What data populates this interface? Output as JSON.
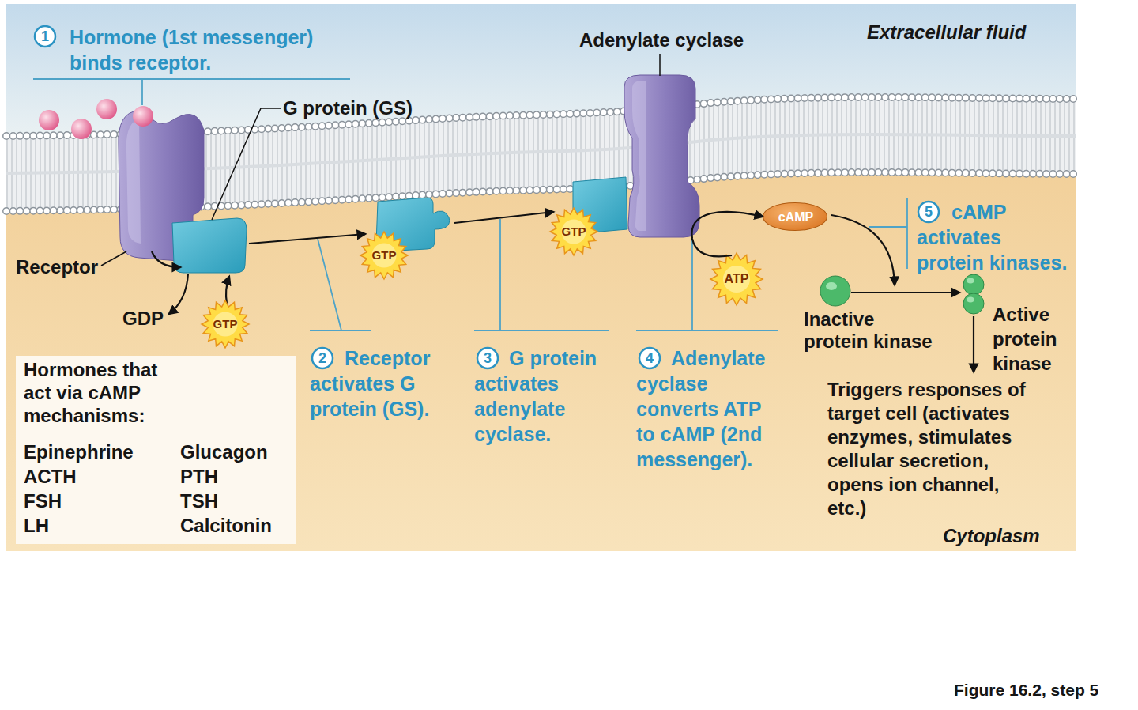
{
  "diagram": {
    "nodes": [
      {
        "text": [
          "GTP"
        ]
      },
      {
        "text": [
          "GTP"
        ]
      },
      {
        "text": [
          "GTP"
        ]
      },
      {
        "text": [
          "ATP"
        ]
      },
      {
        "text": [
          "cAMP"
        ]
      },
      {
        "text": [
          "Inactive protein kinase"
        ]
      },
      {
        "text": [
          "Active protein kinase"
        ]
      },
      {
        "text": [
          "Hormones that act via cAMP mechanisms:",
          "Epinephrine",
          "ACTH",
          "FSH",
          "LH",
          "Glucagon",
          "PTH",
          "TSH",
          "Calcitonin"
        ]
      }
    ],
    "edges": [
      {
        "from": 5,
        "to": 6,
        "arrow": "to"
      },
      {
        "from": 3,
        "to": 4,
        "arrow": "to"
      }
    ],
    "labels": [
      "1",
      "Hormone (1st messenger) binds receptor.",
      "G protein (GS)",
      "Adenylate cyclase",
      "Extracellular fluid",
      "Receptor",
      "GDP",
      "2",
      "Receptor activates G protein (GS).",
      "3",
      "G protein activates adenylate cyclase.",
      "4",
      "Adenylate cyclase converts ATP to cAMP (2nd messenger).",
      "5",
      "cAMP activates protein kinases.",
      "Triggers responses of target cell (activates enzymes, stimulates cellular secretion, opens ion channel, etc.)",
      "Cytoplasm",
      "Figure 16.2, step 5"
    ]
  }
}
